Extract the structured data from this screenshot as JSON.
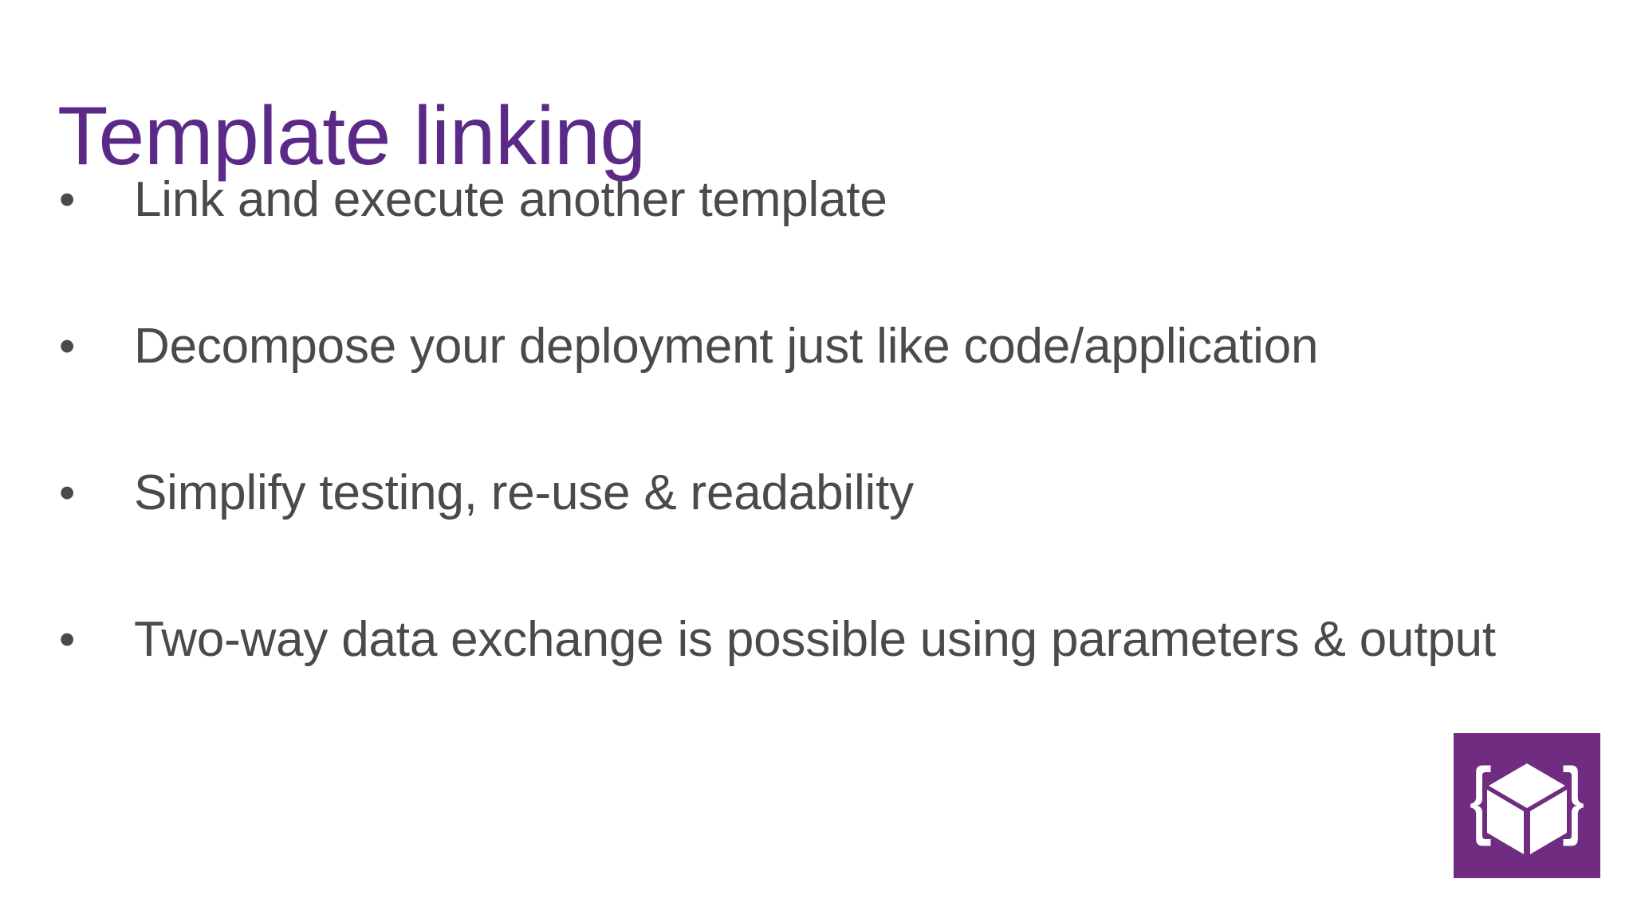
{
  "slide": {
    "title": "Template linking",
    "background_color": "#FFFFFF",
    "title_color": "#5B2A88",
    "body_text_color": "#4A4A4A",
    "bullet_marker": "•",
    "bullets": [
      {
        "text": "Link and execute another template"
      },
      {
        "text": "Decompose your deployment just like code/application"
      },
      {
        "text": "Simplify testing, re-use & readability"
      },
      {
        "text": "Two-way data exchange is possible using parameters & output"
      }
    ],
    "logo": {
      "name": "azure-resource-manager-template-icon",
      "tile_color": "#702C80",
      "glyph_color": "#FFFFFF",
      "description": "{ } braces around a 3D cube"
    }
  }
}
